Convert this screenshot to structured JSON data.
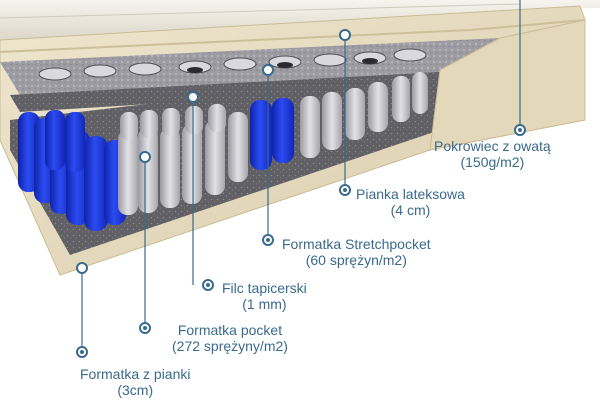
{
  "palette": {
    "leader": "#3a6a8c",
    "pocket_blue": "#1f3fe0",
    "spring_grey": "#c8c8cc",
    "felt": "#6f6f74",
    "latex": "#a9a9ae",
    "frame": "#e6dcc2",
    "cover": "#efece4"
  },
  "labels": [
    {
      "id": "cover",
      "line1": "Pokrowiec z owatą",
      "line2": "(150g/m2)"
    },
    {
      "id": "latex",
      "line1": "Pianka lateksowa",
      "line2": "(4 cm)"
    },
    {
      "id": "stretchpocket",
      "line1": "Formatka Stretchpocket",
      "line2": "(60 sprężyn/m2)"
    },
    {
      "id": "felt",
      "line1": "Filc tapicerski",
      "line2": "(1 mm)"
    },
    {
      "id": "pocket",
      "line1": "Formatka pocket",
      "line2": "(272 sprężyny/m2)"
    },
    {
      "id": "foam",
      "line1": "Formatka z pianki",
      "line2": "(3cm)"
    }
  ]
}
